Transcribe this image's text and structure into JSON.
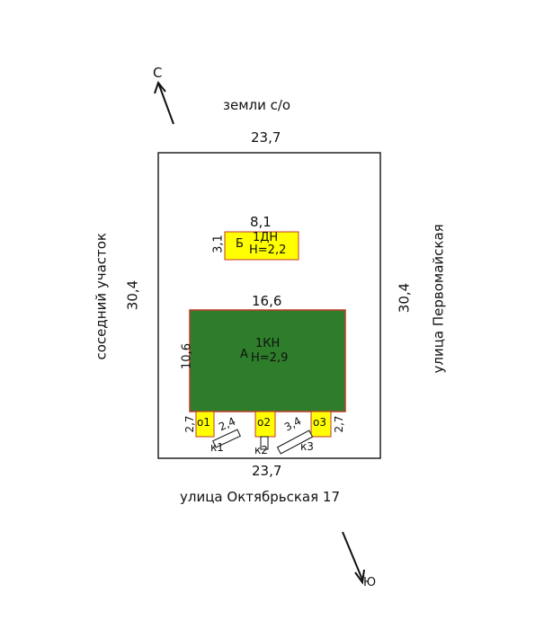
{
  "north_label": "С",
  "south_label": "Ю",
  "top_neighbor": "земли с/о",
  "bottom_street": "улица Октябрьская 17",
  "left_neighbor": "соседний участок",
  "right_street": "улица Первомайская",
  "plot": {
    "top_len": "23,7",
    "bottom_len": "23,7",
    "left_len": "30,4",
    "right_len": "30,4"
  },
  "building_b": {
    "letter": "Б",
    "floors": "1ДН",
    "height": "Н=2,2",
    "width": "8,1",
    "depth": "3,1",
    "fill": "#ffff00"
  },
  "building_a": {
    "letter": "А",
    "floors": "1КН",
    "height": "Н=2,9",
    "width": "16,6",
    "depth": "10,6",
    "fill": "#2e7d2a"
  },
  "porches": [
    {
      "label": "о1",
      "depth": "2,7"
    },
    {
      "label": "о2"
    },
    {
      "label": "о3",
      "depth": "2,7"
    }
  ],
  "steps": [
    {
      "label": "к1",
      "len": "2,4"
    },
    {
      "label": "к2"
    },
    {
      "label": "к3",
      "len": "3,4"
    }
  ]
}
